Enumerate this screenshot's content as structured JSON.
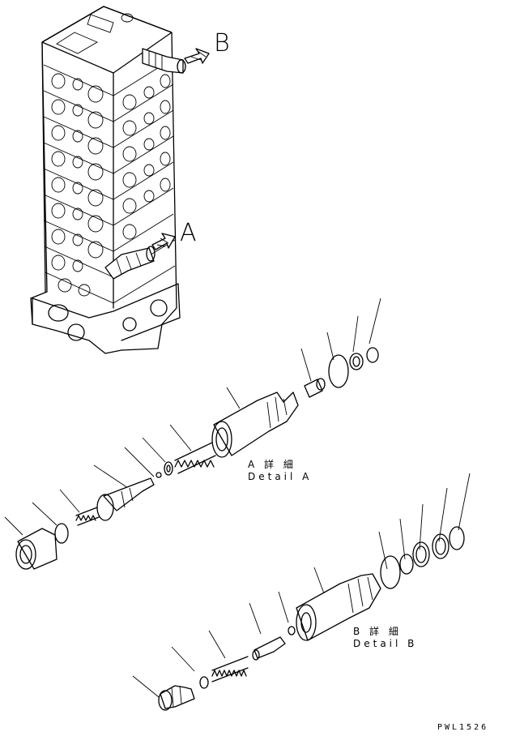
{
  "labels": {
    "arrow_b": "B",
    "arrow_a": "A",
    "detail_a_jp": "A 詳 細",
    "detail_a_en": "Detail A",
    "detail_b_jp": "B 詳 細",
    "detail_b_en": "Detail B",
    "drawing_code": "PWL1526"
  }
}
